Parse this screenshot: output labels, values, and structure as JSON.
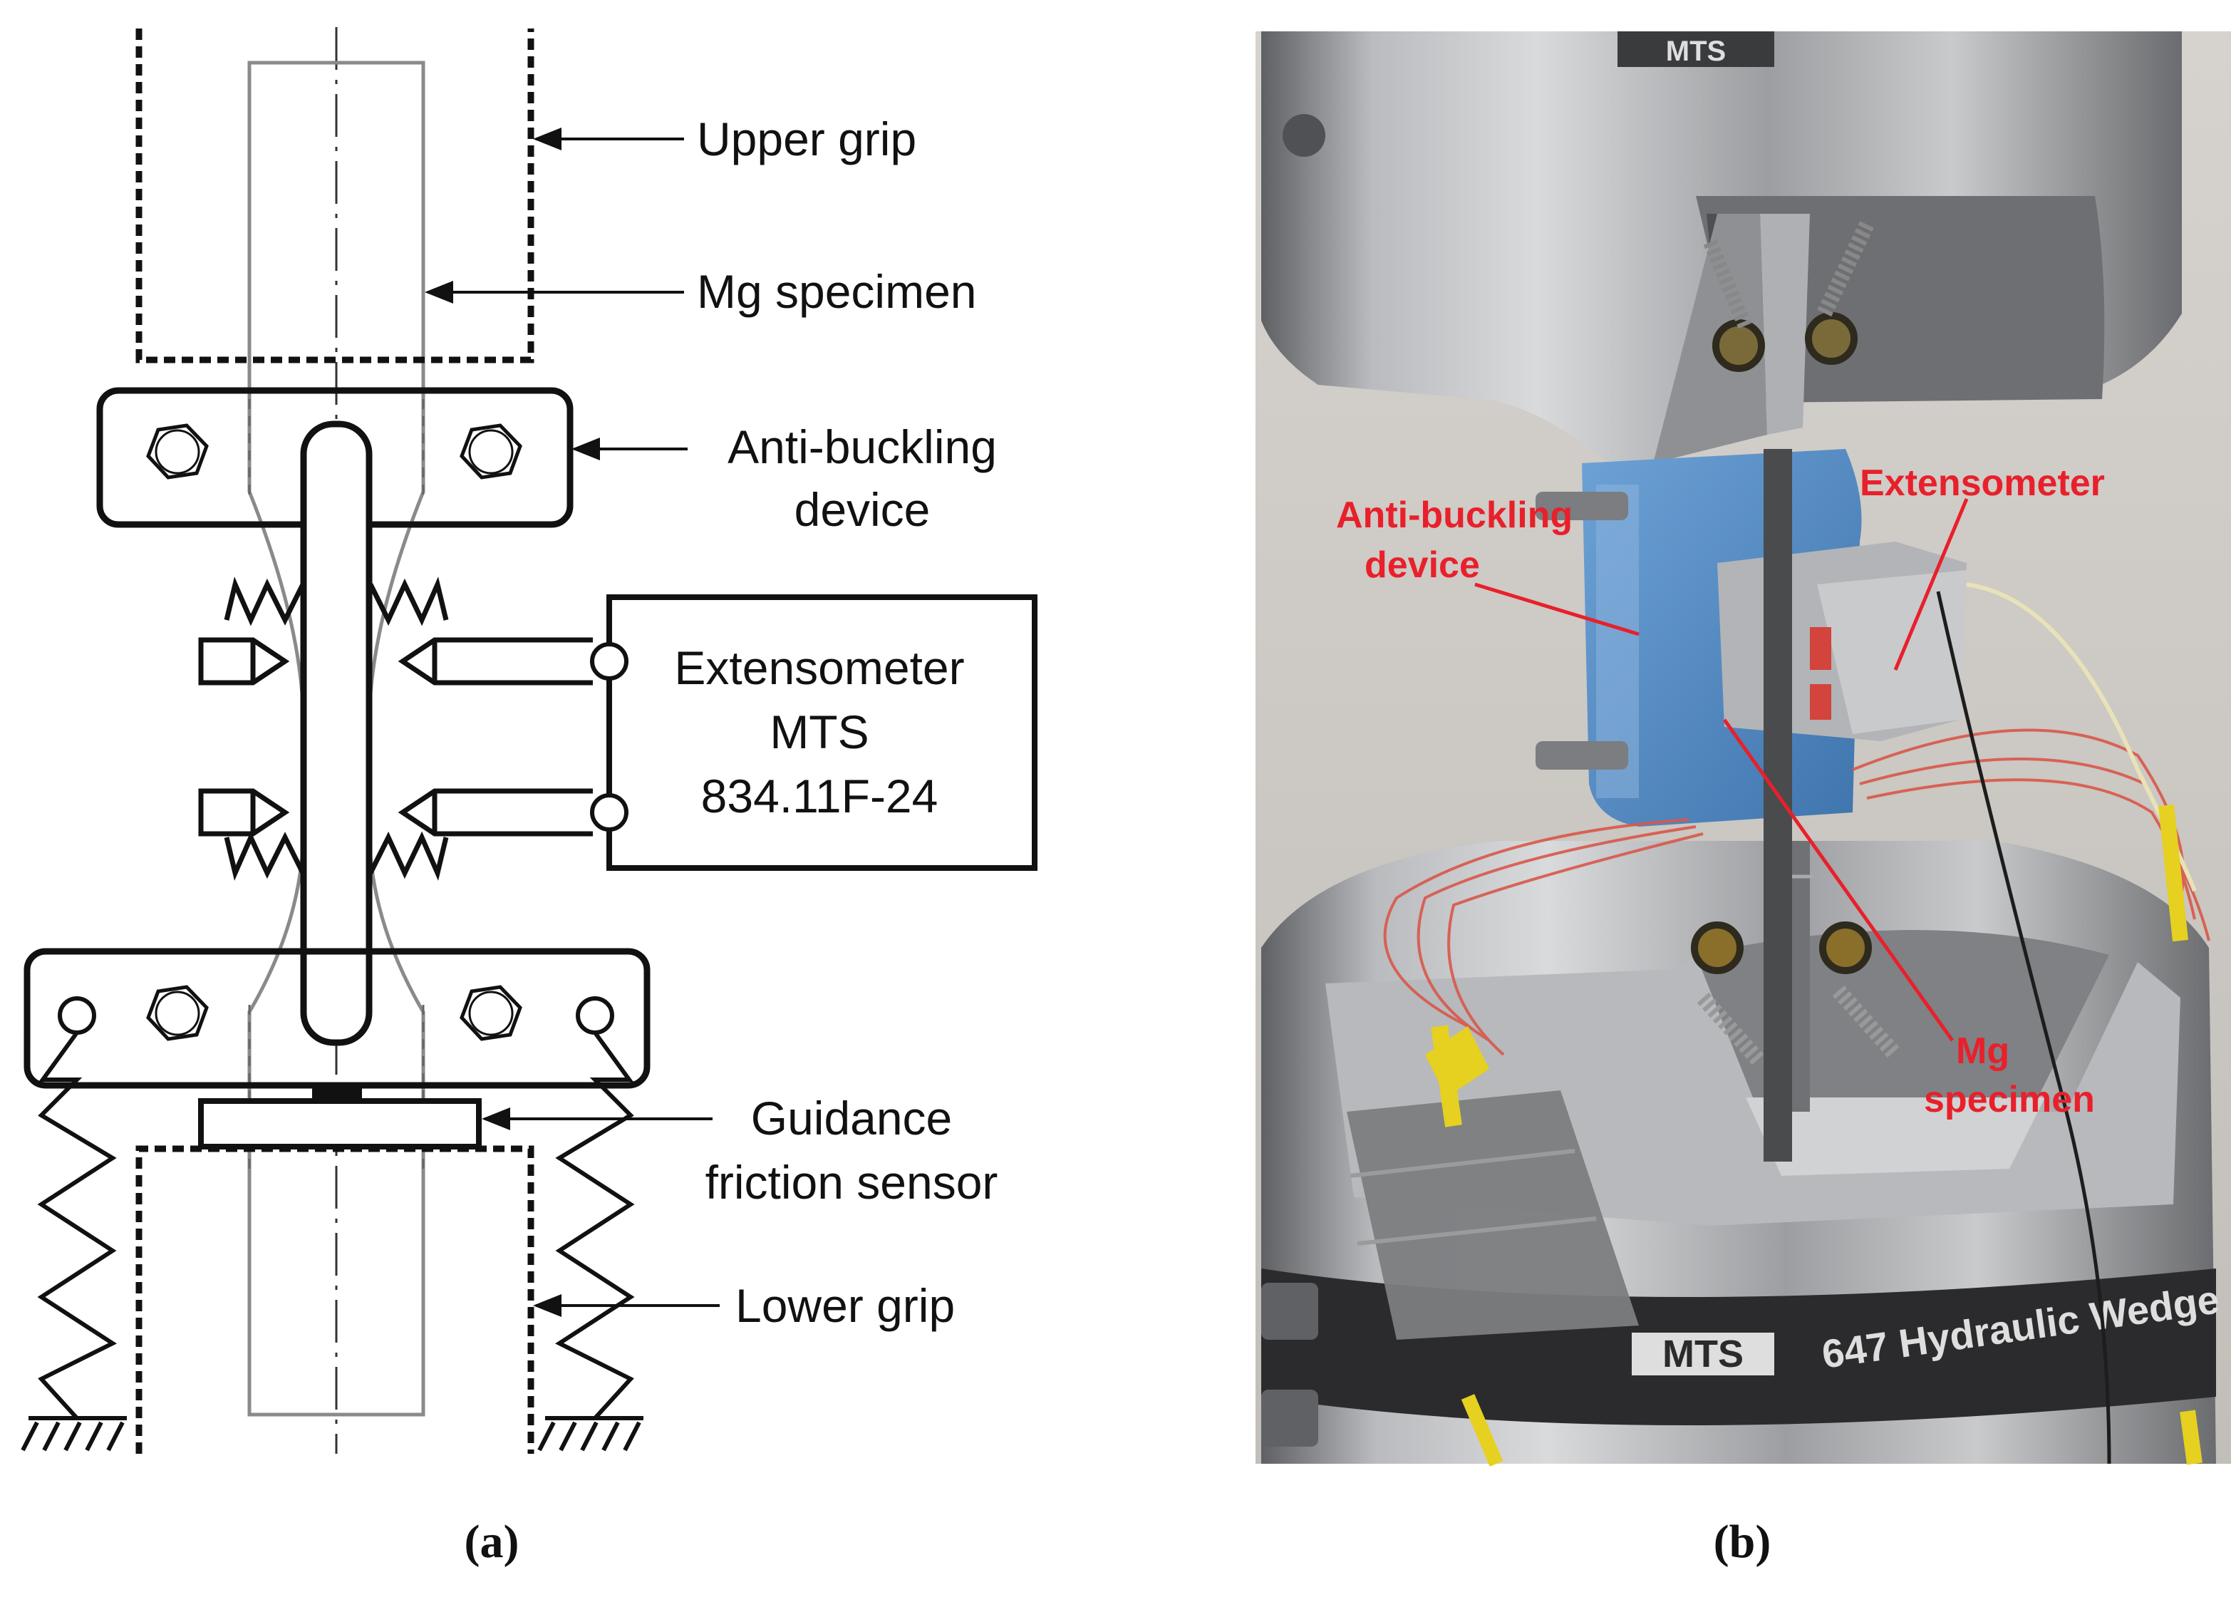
{
  "panel_a": {
    "caption": "(a)",
    "labels": {
      "upper_grip": "Upper grip",
      "mg_specimen": "Mg specimen",
      "anti_buckling_1": "Anti-buckling",
      "anti_buckling_2": "device",
      "extensometer_1": "Extensometer",
      "extensometer_2": "MTS",
      "extensometer_3": "834.11F-24",
      "guidance_1": "Guidance",
      "guidance_2": "friction sensor",
      "lower_grip": "Lower grip"
    }
  },
  "panel_b": {
    "caption": "(b)",
    "labels": {
      "extensometer": "Extensometer",
      "anti_buckling_1": "Anti-buckling",
      "anti_buckling_2": "device",
      "mg_1": "Mg",
      "mg_2": "specimen"
    },
    "machine_text": {
      "brand": "MTS",
      "band_text": "647 Hydraulic Wedge"
    },
    "colors": {
      "label_red": "#e8202b",
      "device_blue": "#5d93c9",
      "background": "#cfcbc6"
    }
  }
}
